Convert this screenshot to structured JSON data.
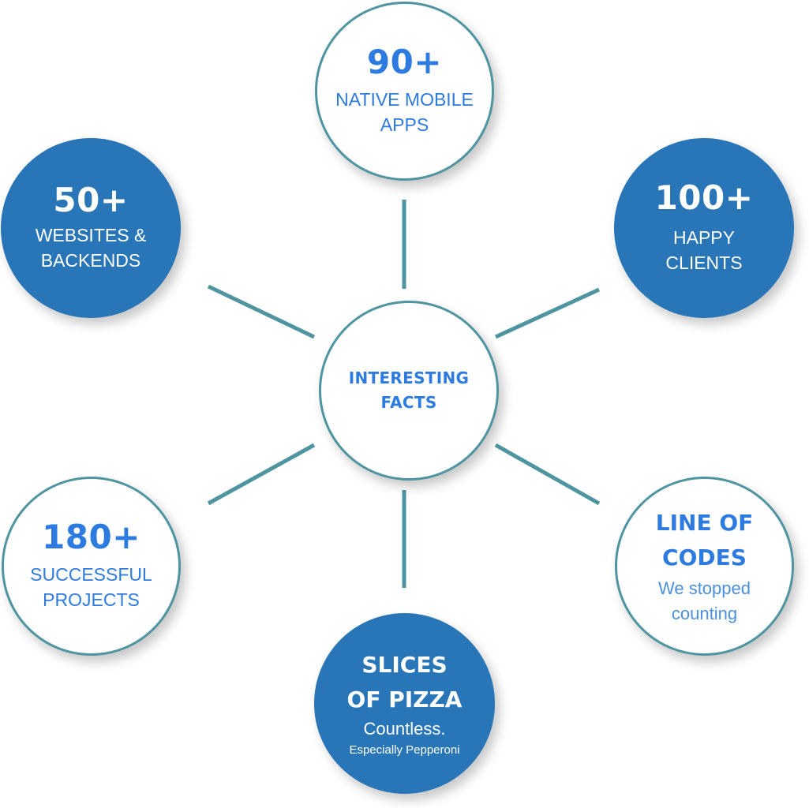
{
  "colors": {
    "accent_blue": "#2876b8",
    "text_blue": "#2d7be0",
    "outline_teal": "#4f95a1",
    "connector": "#4f95a1"
  },
  "center": {
    "line1": "INTERESTING",
    "line2": "FACTS"
  },
  "facts": {
    "apps": {
      "number": "90+",
      "line1": "NATIVE MOBILE",
      "line2": "APPS"
    },
    "websites": {
      "number": "50+",
      "line1": "WEBSITES &",
      "line2": "BACKENDS"
    },
    "clients": {
      "number": "100+",
      "line1": "HAPPY",
      "line2": "CLIENTS"
    },
    "projects": {
      "number": "180+",
      "line1": "SUCCESSFUL",
      "line2": "PROJECTS"
    },
    "codes": {
      "heading1": "LINE OF",
      "heading2": "CODES",
      "line1": "We stopped",
      "line2": "counting"
    },
    "pizza": {
      "heading1": "SLICES",
      "heading2": "OF PIZZA",
      "line1": "Countless.",
      "line2": "Especially Pepperoni"
    }
  }
}
